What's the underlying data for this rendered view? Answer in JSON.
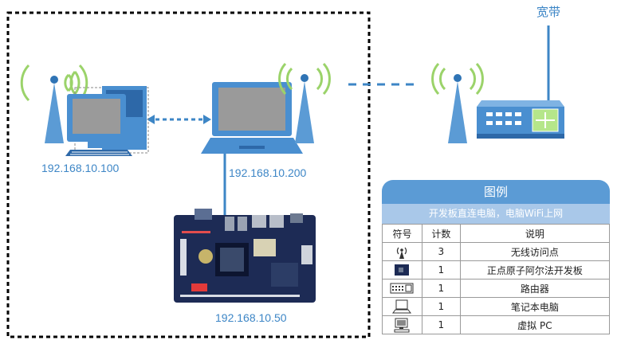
{
  "internet_label": "宽带",
  "ips": {
    "pc": "192.168.10.100",
    "laptop": "192.168.10.200",
    "board": "192.168.10.50"
  },
  "legend": {
    "title": "图例",
    "subtitle": "开发板直连电脑，电脑WiFi上网",
    "headers": [
      "符号",
      "计数",
      "说明"
    ],
    "rows": [
      {
        "icon": "wireless-access-point-icon",
        "count": "3",
        "desc": "无线访问点"
      },
      {
        "icon": "dev-board-icon",
        "count": "1",
        "desc": "正点原子阿尔法开发板"
      },
      {
        "icon": "router-icon",
        "count": "1",
        "desc": "路由器"
      },
      {
        "icon": "laptop-icon",
        "count": "1",
        "desc": "笔记本电脑"
      },
      {
        "icon": "virtual-pc-icon",
        "count": "1",
        "desc": "虚拟 PC"
      }
    ]
  },
  "colors": {
    "accent": "#5b9bd5",
    "link": "#3d86c6",
    "wifi_wave": "#9bd36a",
    "board": "#1d2b55",
    "subtitle_bg": "#a9c8e9"
  }
}
